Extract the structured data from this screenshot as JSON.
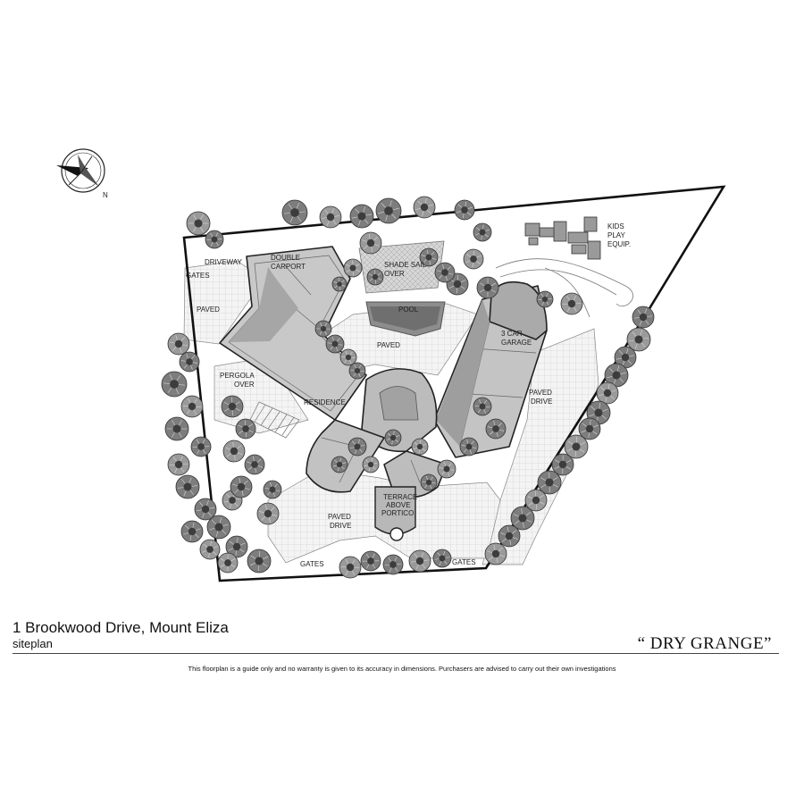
{
  "labels": {
    "double_carport": "DOUBLE CARPORT",
    "driveway": "DRIVEWAY",
    "gates_top": "GATES",
    "paved_left": "PAVED",
    "shade_sail": "SHADE SAIL OVER",
    "pool": "POOL",
    "paved_center": "PAVED",
    "kids_play": "KIDS PLAY EQUIP.",
    "three_car_garage": "3 CAR GARAGE",
    "pergola": "PERGOLA OVER",
    "residence": "RESIDENCE",
    "paved_drive_right": "PAVED DRIVE",
    "terrace": "TERRACE ABOVE PORTICO",
    "paved_drive_bottom": "PAVED DRIVE",
    "gates_bottom_left": "GATES",
    "gates_bottom_right": "GATES"
  },
  "footer": {
    "address": "1 Brookwood Drive, Mount Eliza",
    "subtitle": "siteplan",
    "property_name": "“ DRY GRANGE”",
    "disclaimer": "This floorplan is a guide only and no warranty is given to  its accuracy in dimensions.  Purchasers are advised to carry out their own investigations"
  },
  "icons": {
    "compass": "north-arrow-compass-icon",
    "tree": "tree-canopy-icon",
    "play_equipment": "play-equipment-icon"
  },
  "colors": {
    "roof_light": "#c8c8c8",
    "roof_mid": "#a9a9a9",
    "roof_dark": "#8e8e8e",
    "tree_fill": "#8a8a8a",
    "tree_dark": "#3d3d3d",
    "paving": "#efefef",
    "boundary": "#111111"
  }
}
